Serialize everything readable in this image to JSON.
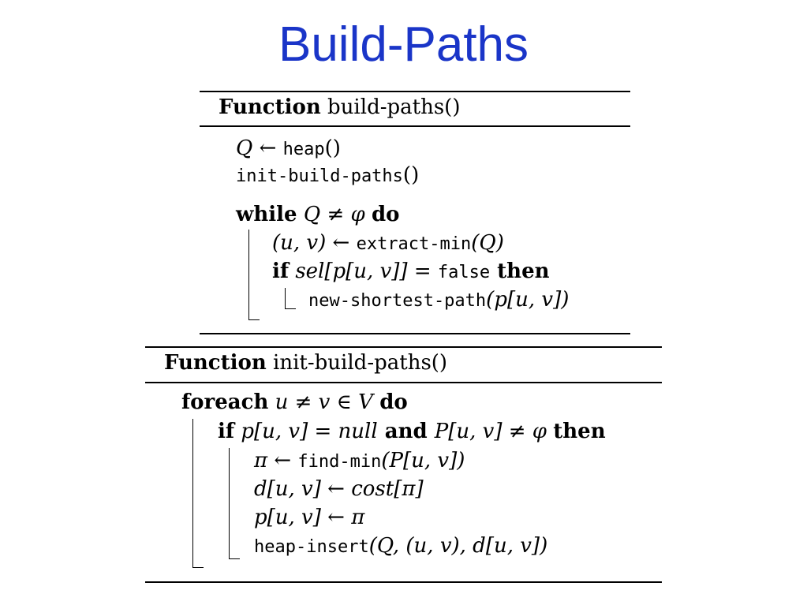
{
  "title": "Build-Paths",
  "algo1": {
    "keyword": "Function",
    "name": "build-paths()",
    "l1_q": "Q ← ",
    "l1_heap": "heap",
    "l1_paren": "()",
    "l2_fn": "init-build-paths",
    "l2_paren": "()",
    "l3_while": "while",
    "l3_cond": " Q ≠ φ ",
    "l3_do": "do",
    "l4_lhs": "(u, v) ← ",
    "l4_fn": "extract-min",
    "l4_arg": "(Q)",
    "l5_if": "if",
    "l5_sel": " sel",
    "l5_idx": "[p[u, v]] = ",
    "l5_false": "false",
    "l5_then": " then",
    "l6_fn": "new-shortest-path",
    "l6_arg": "(p[u, v])"
  },
  "algo2": {
    "keyword": "Function",
    "name": "init-build-paths()",
    "l1_foreach": "foreach",
    "l1_cond": " u ≠ v ∈ V ",
    "l1_do": "do",
    "l2_if": "if",
    "l2_a": " p[u, v] = ",
    "l2_null": "null",
    "l2_and": " and ",
    "l2_b": "P[u, v] ≠ φ ",
    "l2_then": "then",
    "l3_lhs": "π ← ",
    "l3_fn": "find-min",
    "l3_arg": "(P[u, v])",
    "l4_lhs": "d[u, v] ← ",
    "l4_cost": "cost",
    "l4_arg": "[π]",
    "l5": "p[u, v] ← π",
    "l6_fn": "heap-insert",
    "l6_arg": "(Q, (u, v), d[u, v])"
  }
}
